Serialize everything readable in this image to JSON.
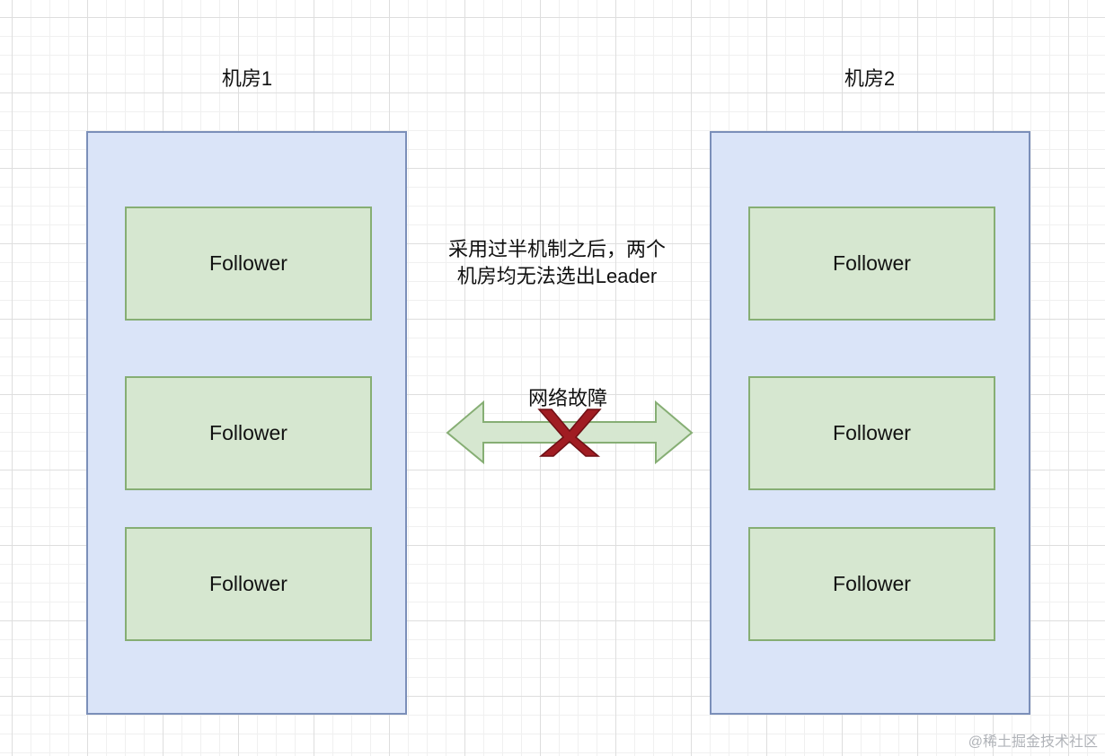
{
  "rooms": [
    {
      "title": "机房1",
      "nodes": [
        "Follower",
        "Follower",
        "Follower"
      ]
    },
    {
      "title": "机房2",
      "nodes": [
        "Follower",
        "Follower",
        "Follower"
      ]
    }
  ],
  "note": {
    "line1": "采用过半机制之后，两个",
    "line2": "机房均无法选出Leader"
  },
  "network": {
    "label": "网络故障",
    "arrow_color": "#d6e7d0",
    "cross_color": "#a01c22",
    "cross_icon": "x-cross-icon"
  },
  "watermark": "@稀土掘金技术社区"
}
